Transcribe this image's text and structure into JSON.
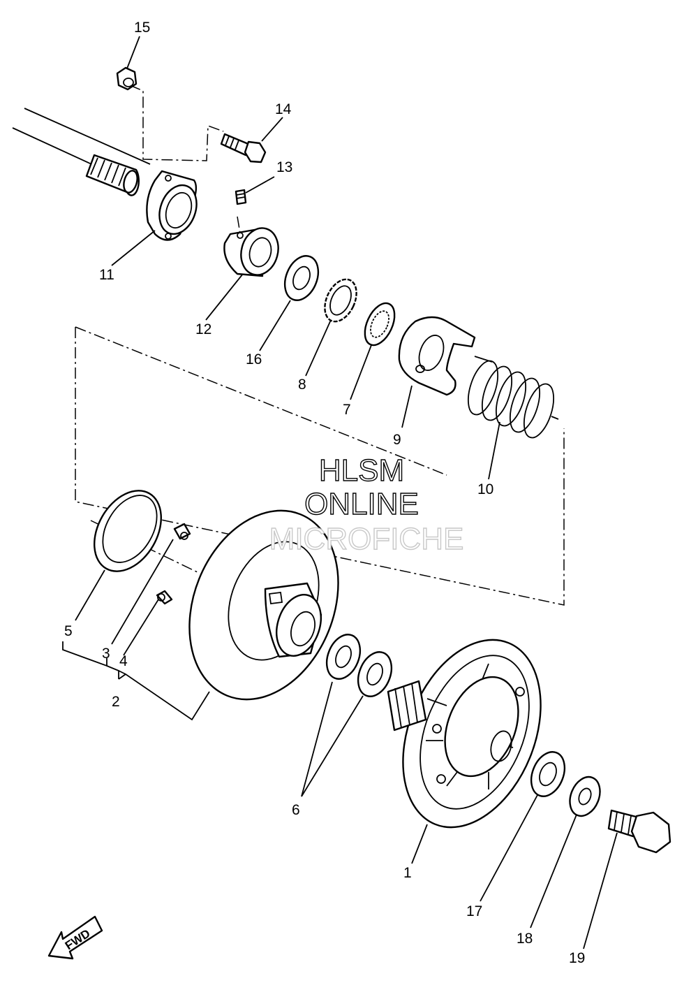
{
  "callouts": {
    "c1": "1",
    "c2": "2",
    "c3": "3",
    "c4": "4",
    "c5": "5",
    "c6": "6",
    "c7": "7",
    "c8": "8",
    "c9": "9",
    "c10": "10",
    "c11": "11",
    "c12": "12",
    "c13": "13",
    "c14": "14",
    "c15": "15",
    "c16": "16",
    "c17": "17",
    "c18": "18",
    "c19": "19"
  },
  "watermark": {
    "line1": "HLSM",
    "line2": "ONLINE",
    "line3": "MICROFICHE"
  },
  "direction_badge": {
    "label": "FWD"
  }
}
